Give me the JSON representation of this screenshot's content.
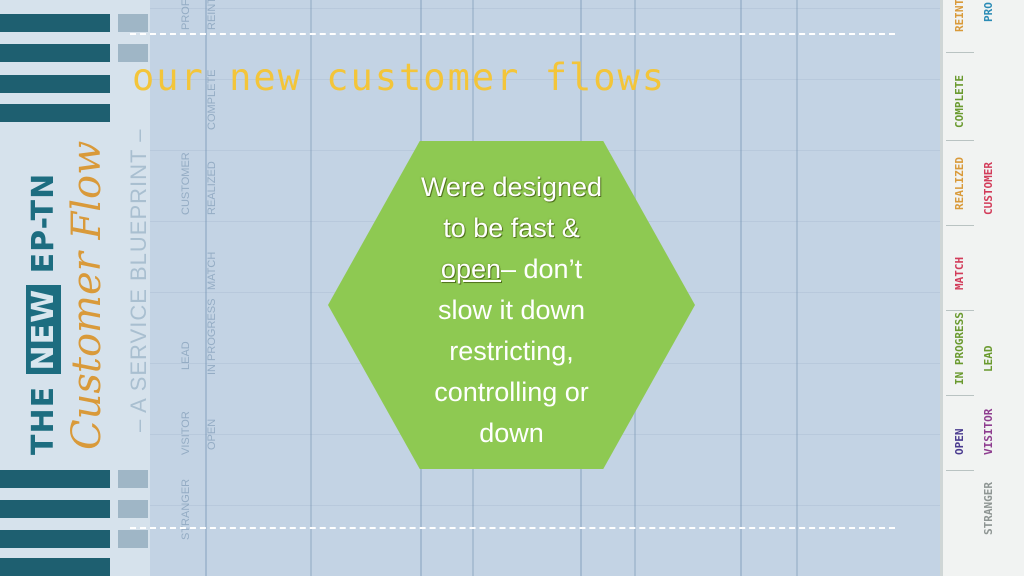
{
  "slide": {
    "headline": "our new customer flows",
    "hex_text": {
      "line1": "Were designed",
      "line2": "to be fast  &",
      "line3_a": "open",
      "line3_b": "– don’t",
      "line4": "slow it down",
      "line5": "restricting,",
      "line6": "controlling or",
      "line7": "down"
    }
  },
  "branding": {
    "the": "THE ",
    "new": "NEW",
    "ep": " EP-TN",
    "script": "Customer Flow",
    "subtitle": "– A SERVICE BLUEPRINT –"
  },
  "legend": {
    "col1": [
      "STRANGER",
      "VISITOR",
      "LEAD",
      "CUSTOMER",
      "PRO"
    ],
    "col2": [
      "OPEN",
      "IN PROGRESS",
      "MATCH",
      "REALIZED",
      "COMPLETE",
      "REINT"
    ]
  },
  "background_labels": [
    "PROF",
    "REINT",
    "COMPLETE",
    "CUSTOMER",
    "REALIZED",
    "MATCH",
    "LEAD",
    "IN PROGRESS",
    "VISITOR",
    "OPEN",
    "STRANGER"
  ],
  "colors": {
    "accent_yellow": "#f3c53a",
    "hex_green": "#8ec952",
    "teal": "#1e5f70",
    "orange": "#d99a3a"
  }
}
